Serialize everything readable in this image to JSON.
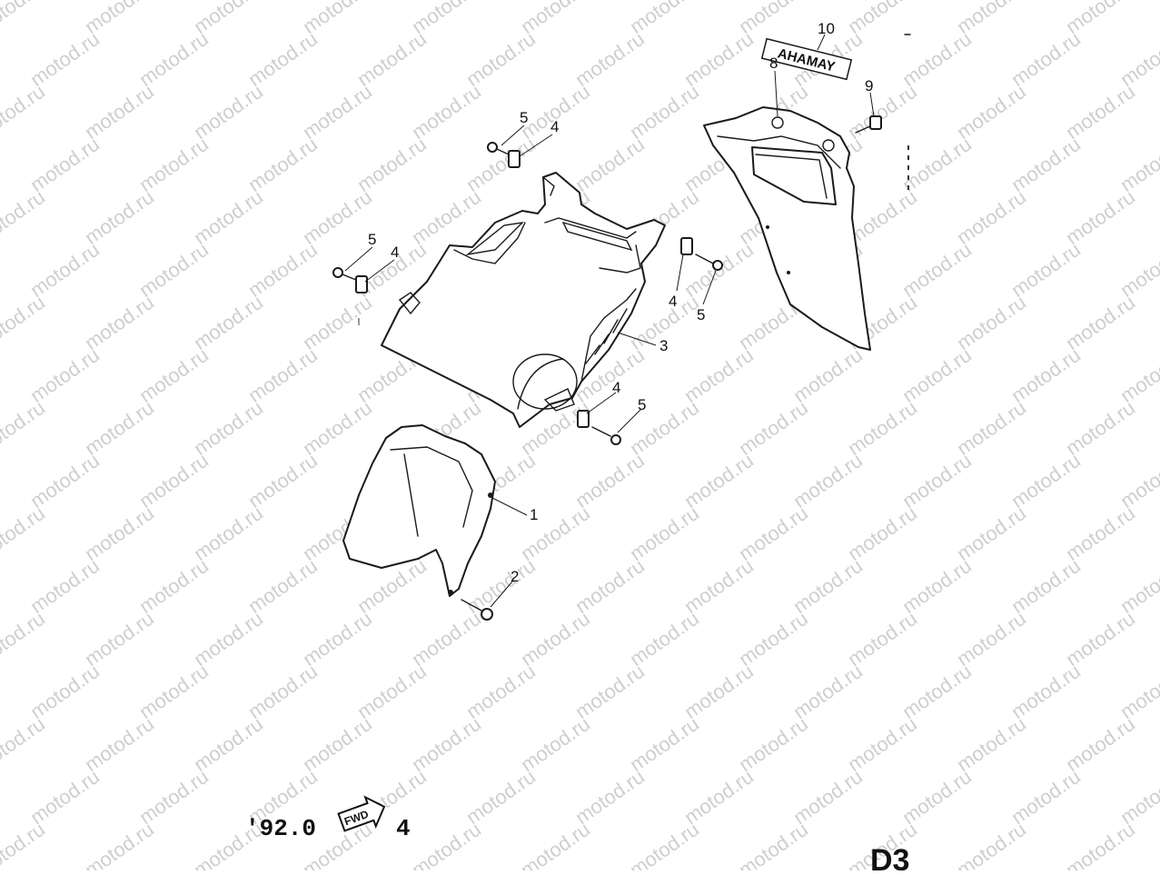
{
  "watermark": {
    "text": "motod.ru",
    "color": "#cfcfcf"
  },
  "callouts": {
    "c1": "1",
    "c2": "2",
    "c3": "3",
    "c4a": "4",
    "c4b": "4",
    "c4c": "4",
    "c4d": "4",
    "c5a": "5",
    "c5b": "5",
    "c5c": "5",
    "c5d": "5",
    "c8": "8",
    "c9": "9",
    "c10": "10"
  },
  "emblem": {
    "text": "AHAMAY"
  },
  "footer": {
    "date_code": "'92.0",
    "date_suffix": "4",
    "fwd_label": "FWD",
    "page_id": "D3"
  }
}
